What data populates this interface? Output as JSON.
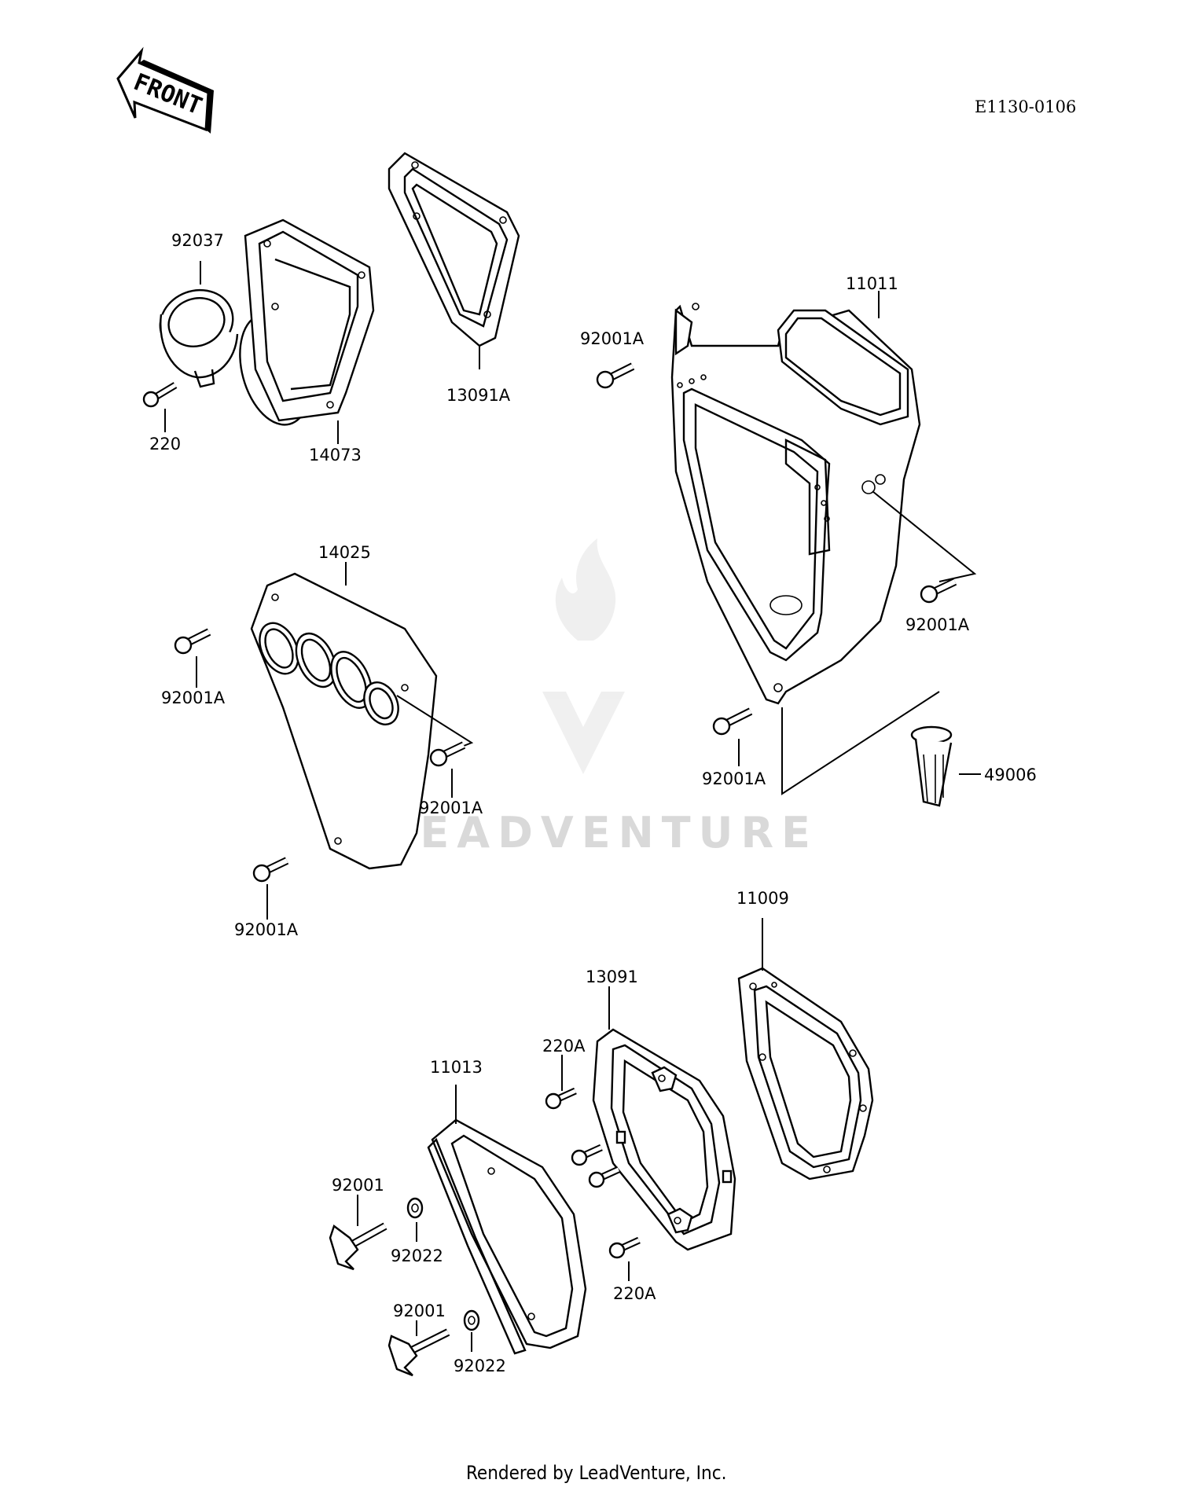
{
  "diagram": {
    "code": "E1130-0106",
    "front_label": "FRONT",
    "footer": "Rendered by LeadVenture, Inc.",
    "watermark": "LEADVENTURE"
  },
  "callouts": [
    {
      "id": "92037",
      "text": "92037"
    },
    {
      "id": "220",
      "text": "220"
    },
    {
      "id": "14073",
      "text": "14073"
    },
    {
      "id": "13091A",
      "text": "13091A"
    },
    {
      "id": "92001A_top",
      "text": "92001A"
    },
    {
      "id": "11011",
      "text": "11011"
    },
    {
      "id": "92001A_right",
      "text": "92001A"
    },
    {
      "id": "14025",
      "text": "14025"
    },
    {
      "id": "92001A_left",
      "text": "92001A"
    },
    {
      "id": "92001A_mid",
      "text": "92001A"
    },
    {
      "id": "92001A_bottom",
      "text": "92001A"
    },
    {
      "id": "92001A_case",
      "text": "92001A"
    },
    {
      "id": "49006",
      "text": "49006"
    },
    {
      "id": "11009",
      "text": "11009"
    },
    {
      "id": "13091",
      "text": "13091"
    },
    {
      "id": "220A_top",
      "text": "220A"
    },
    {
      "id": "11013",
      "text": "11013"
    },
    {
      "id": "92001_top",
      "text": "92001"
    },
    {
      "id": "92022_top",
      "text": "92022"
    },
    {
      "id": "220A_bottom",
      "text": "220A"
    },
    {
      "id": "92001_bottom",
      "text": "92001"
    },
    {
      "id": "92022_bottom",
      "text": "92022"
    }
  ]
}
